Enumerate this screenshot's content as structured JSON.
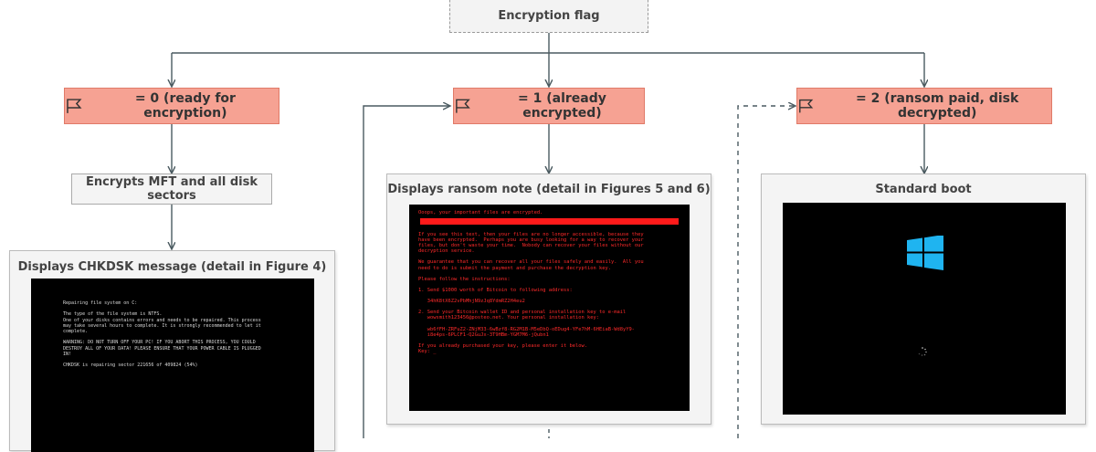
{
  "encryption_flag": "Encryption flag",
  "states": [
    {
      "label": "= 0 (ready for encryption)"
    },
    {
      "label": "= 1 (already encrypted)"
    },
    {
      "label": "= 2 (ransom paid, disk decrypted)"
    }
  ],
  "encrypts_label": "Encrypts MFT and all disk sectors",
  "chkdsk_title": "Displays CHKDSK message (detail in Figure 4)",
  "chkdsk_screen_text": "Repairing file system on C:\n\nThe type of the file system is NTFS.\nOne of your disks contains errors and needs to be repaired. This process\nmay take several hours to complete. It is strongly recommended to let it\ncomplete.\n\nWARNING: DO NOT TURN OFF YOUR PC! IF YOU ABORT THIS PROCESS, YOU COULD\nDESTROY ALL OF YOUR DATA! PLEASE ENSURE THAT YOUR POWER CABLE IS PLUGGED\nIN!\n\nCHKDSK is repairing sector 221656 of 409824 (54%)",
  "ransom_title": "Displays ransom note (detail in Figures 5 and 6)",
  "ransom_heading": "Ooops, your important files are encrypted.",
  "ransom_body": "If you see this text, then your files are no longer accessible, because they\nhave been encrypted.  Perhaps you are busy looking for a way to recover your\nfiles, but don't waste your time.  Nobody can recover your files without our\ndecryption service.\n\nWe guarantee that you can recover all your files safely and easily.  All you\nneed to do is submit the payment and purchase the decryption key.\n\nPlease follow the instructions:\n\n1. Send $1000 worth of Bitcoin to following address:\n\n   34hK8tX6Z2vPbMhjN9zJq8YdmRZ2H4eu2\n\n2. Send your Bitcoin wallet ID and personal installation key to e-mail\n   wowsmith123456@posteo.net. Your personal installation key:\n\n   wb6fFH-ZRFuZ2-ZNjM33-6wBzf8-RG2M1B-M5eDbQ-oEDug4-YFe7hM-6HEiaB-Wd8yY9-\n   i8e4ps-6PLCF1-Q2GuJx-3T9HBm-YGM7M6-jQubn1\n\nIf you already purchased your key, please enter it below.\nKey: _",
  "standard_boot_title": "Standard boot",
  "colors": {
    "state_fill": "#f6a293",
    "state_border": "#e07a68",
    "ransom_text": "#ff2a2a",
    "windows_logo": "#1fb4f0",
    "connector": "#4a5a60"
  },
  "icons": [
    "flag-icon",
    "windows-logo-icon",
    "loading-spinner-icon"
  ]
}
